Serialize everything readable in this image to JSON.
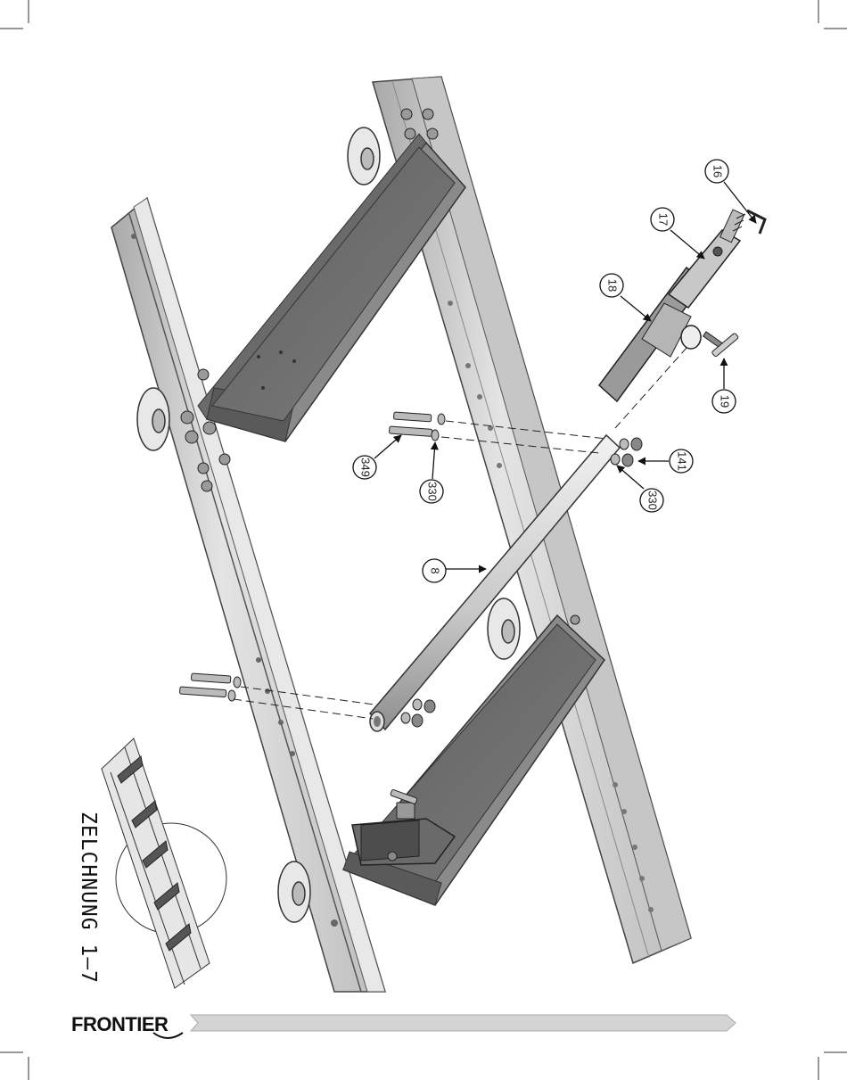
{
  "title": "ZELCHNUNG 1–7",
  "brand": {
    "name": "FRONTIER"
  },
  "callouts": [
    {
      "id": "c16",
      "label": "16"
    },
    {
      "id": "c17",
      "label": "17"
    },
    {
      "id": "c18",
      "label": "18"
    },
    {
      "id": "c19",
      "label": "19"
    },
    {
      "id": "c141",
      "label": "141"
    },
    {
      "id": "c330a",
      "label": "330"
    },
    {
      "id": "c330b",
      "label": "330"
    },
    {
      "id": "c349",
      "label": "349"
    },
    {
      "id": "c8",
      "label": "8"
    }
  ],
  "colors": {
    "rail_light": "#dcdcdc",
    "rail_mid": "#bdbdbd",
    "step_dark": "#6f6f6f",
    "bar": "#cfcfcf"
  }
}
